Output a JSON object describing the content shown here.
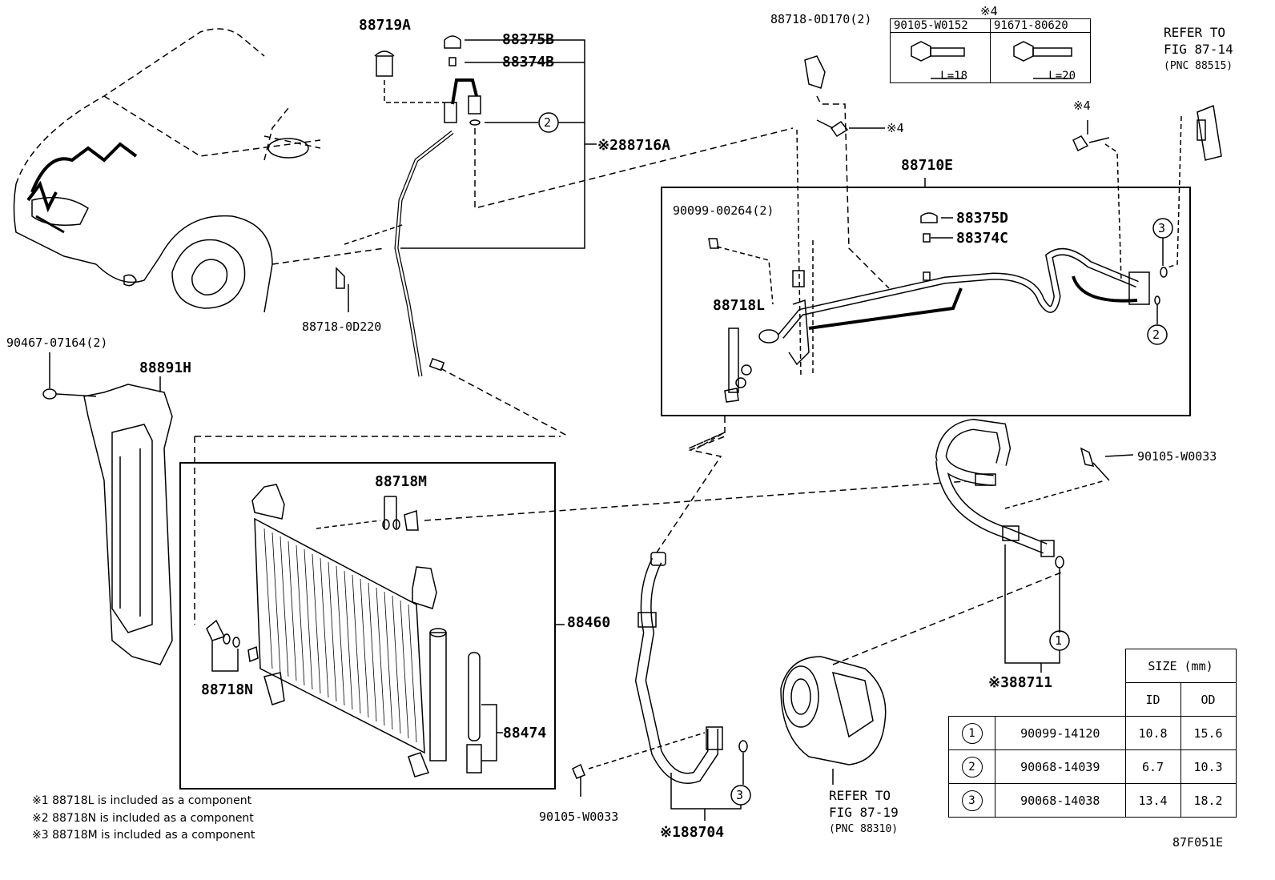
{
  "labels": {
    "p88719A": "88719A",
    "p88375B": "88375B",
    "p88374B": "88374B",
    "p88716A": "※288716A",
    "p88718_0D220": "88718-0D220",
    "p88718_0D170": "88718-0D170(2)",
    "p88710E": "88710E",
    "p90099_00264": "90099-00264(2)",
    "p88375D": "88375D",
    "p88374C": "88374C",
    "p88718L": "88718L",
    "p90467": "90467-07164(2)",
    "p88891H": "88891H",
    "p88718M": "88718M",
    "p88460": "88460",
    "p88718N": "88718N",
    "p88474": "88474",
    "p90105_W0033_a": "90105-W0033",
    "p90105_W0033_b": "90105-W0033",
    "p88711": "※388711",
    "p88704": "※188704",
    "star4_a": "※4",
    "star4_b": "※4",
    "star4_c": "※4",
    "fig_code": "87F051E"
  },
  "callouts": {
    "c1a": "1",
    "c2a": "2",
    "c2b": "2",
    "c3a": "3",
    "c3b": "3"
  },
  "refs": {
    "fig87_14": {
      "line1": "REFER TO",
      "line2": "FIG 87-14",
      "line3": "(PNC 88515)"
    },
    "fig87_19": {
      "line1": "REFER TO",
      "line2": "FIG 87-19",
      "line3": "(PNC 88310)"
    }
  },
  "bolt_table": {
    "title": "※4",
    "col1": "90105-W0152",
    "col2": "91671-80620",
    "len1": "L=18",
    "len2": "L=20"
  },
  "notes": [
    "※1 88718L is included as a component",
    "※2 88718N is included as a component",
    "※3 88718M is included as a component"
  ],
  "size_table": {
    "header": "SIZE (mm)",
    "col_id": "ID",
    "col_od": "OD",
    "rows": [
      {
        "ref": "1",
        "part": "90099-14120",
        "id": "10.8",
        "od": "15.6"
      },
      {
        "ref": "2",
        "part": "90068-14039",
        "id": "6.7",
        "od": "10.3"
      },
      {
        "ref": "3",
        "part": "90068-14038",
        "id": "13.4",
        "od": "18.2"
      }
    ]
  }
}
